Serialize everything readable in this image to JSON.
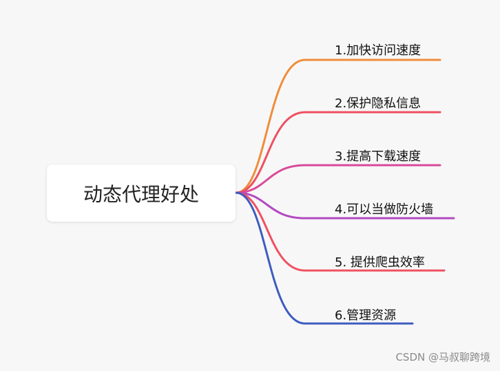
{
  "root": {
    "label": "动态代理好处"
  },
  "branches": [
    {
      "label": "1.加快访问速度",
      "color": "#F08C3A"
    },
    {
      "label": "2.保护隐私信息",
      "color": "#EE5060"
    },
    {
      "label": "3.提高下载速度",
      "color": "#D84A9A"
    },
    {
      "label": "4.可以当做防火墙",
      "color": "#B349C2"
    },
    {
      "label": "5. 提供爬虫效率",
      "color": "#F05060"
    },
    {
      "label": "6.管理资源",
      "color": "#3D5CC0"
    }
  ],
  "watermark": "CSDN @马叔聊跨境"
}
